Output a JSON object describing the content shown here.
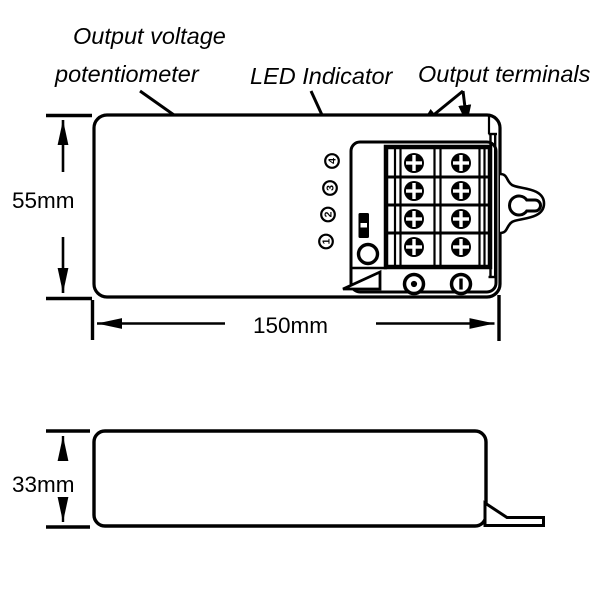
{
  "callout_labels": {
    "potentiometer_line1": "Output voltage",
    "potentiometer_line2": "potentiometer",
    "led_indicator": "LED Indicator",
    "output_terminals": "Output terminals"
  },
  "dimensions": {
    "top_view_height": "55mm",
    "top_view_width": "150mm",
    "side_view_height": "33mm"
  },
  "terminal_numbers": [
    "4",
    "3",
    "2",
    "1"
  ],
  "colors": {
    "line": "#000000",
    "background": "#ffffff"
  }
}
